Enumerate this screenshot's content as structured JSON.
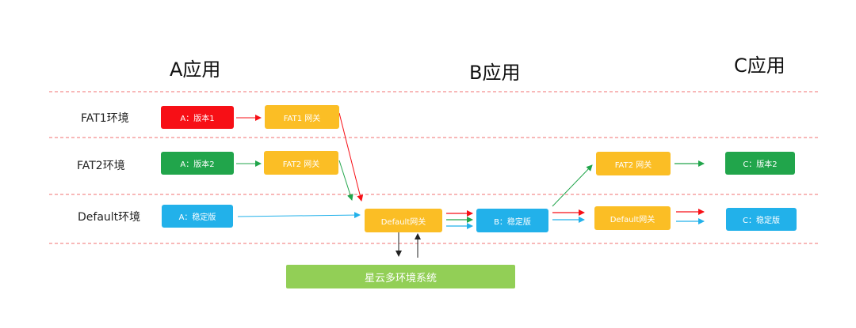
{
  "apps": {
    "a": "A应用",
    "b": "B应用",
    "c": "C应用"
  },
  "envs": {
    "fat1": "FAT1环境",
    "fat2": "FAT2环境",
    "default": "Default环境"
  },
  "nodes": {
    "a_v1": "A：版本1",
    "fat1_gw": "FAT1 网关",
    "a_v2": "A：版本2",
    "fat2_gw_a": "FAT2 网关",
    "a_stable": "A：稳定版",
    "default_gw_b": "Default网关",
    "b_stable": "B：稳定版",
    "fat2_gw_b": "FAT2 网关",
    "default_gw_c": "Default网关",
    "c_v2": "C：版本2",
    "c_stable": "C：稳定版"
  },
  "system_label": "星云多环境系统",
  "colors": {
    "red": "#f70f16",
    "orange": "#fbbe25",
    "green": "#21a54b",
    "blue": "#22b1ea",
    "system": "#92cf56",
    "divider": "#f07070"
  }
}
